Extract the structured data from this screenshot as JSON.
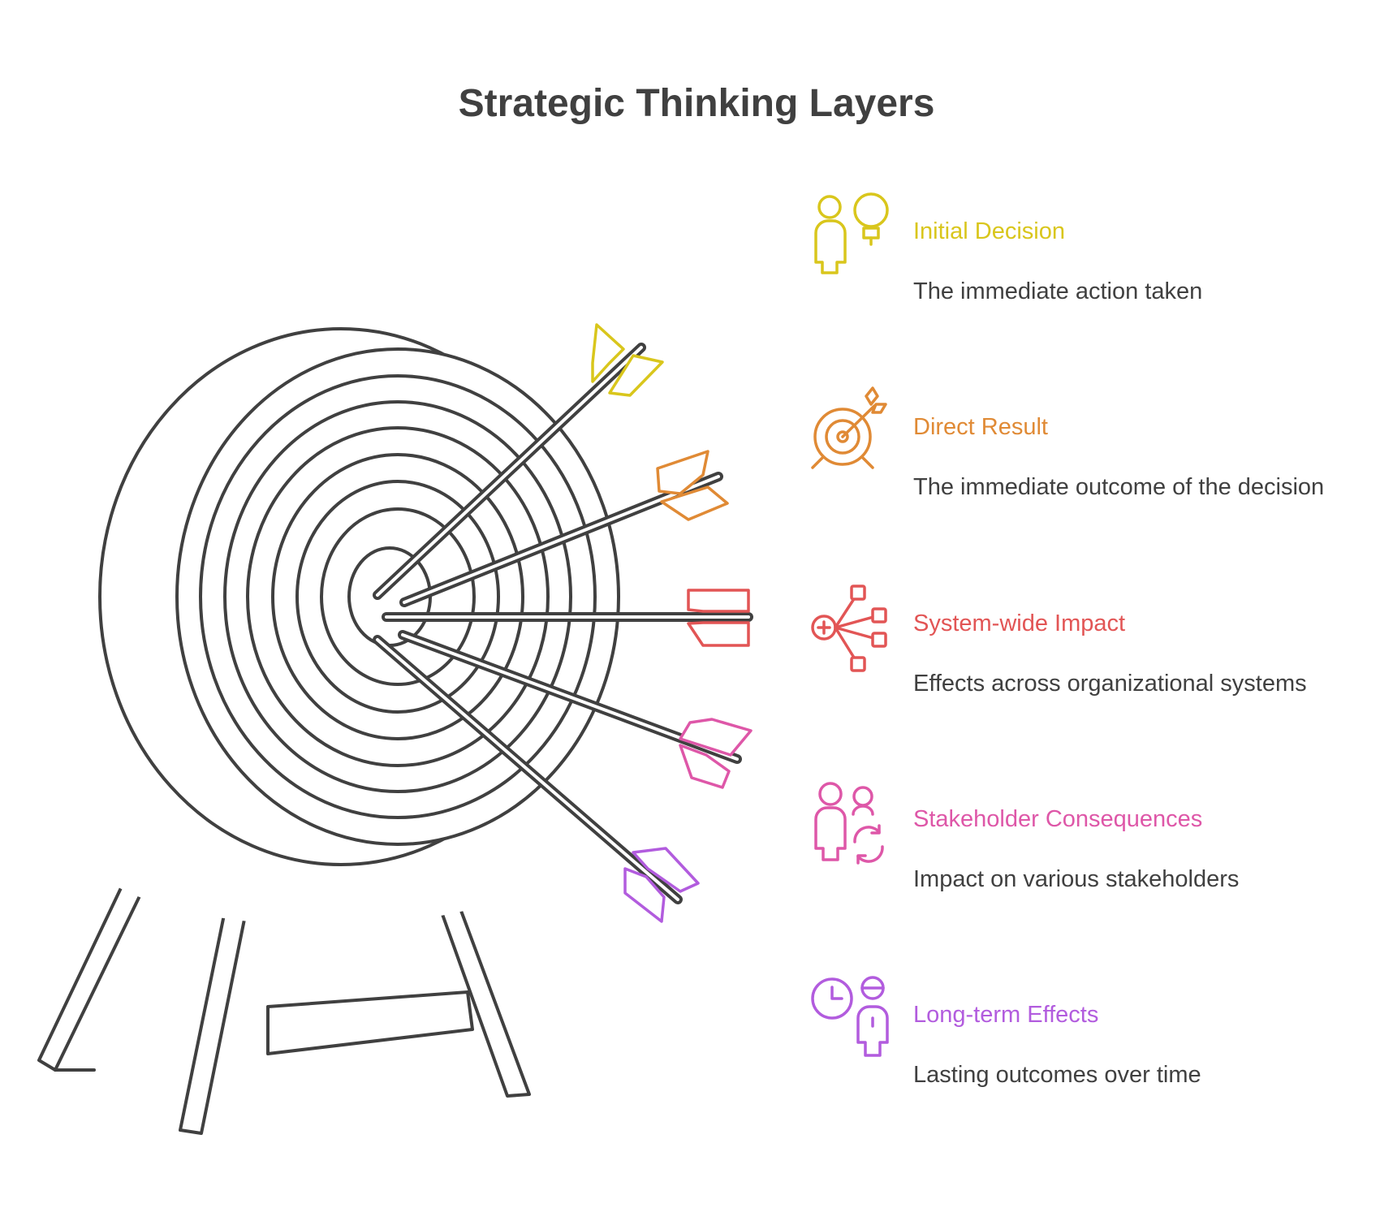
{
  "title": "Strategic Thinking Layers",
  "colors": {
    "stroke": "#404040",
    "yellow": "#D9C61C",
    "orange": "#E08A35",
    "red": "#E25555",
    "pink": "#DE57A8",
    "purple": "#B25CDE"
  },
  "layers": [
    {
      "label": "Initial Decision",
      "description": "The immediate action taken",
      "color": "#D9C61C",
      "icon": "person-idea-icon"
    },
    {
      "label": "Direct Result",
      "description": "The immediate outcome of the decision",
      "color": "#E08A35",
      "icon": "target-arrow-icon"
    },
    {
      "label": "System-wide Impact",
      "description": "Effects across organizational systems",
      "color": "#E25555",
      "icon": "network-icon"
    },
    {
      "label": "Stakeholder Consequences",
      "description": "Impact on various stakeholders",
      "color": "#DE57A8",
      "icon": "people-cycle-icon"
    },
    {
      "label": "Long-term Effects",
      "description": "Lasting outcomes over time",
      "color": "#B25CDE",
      "icon": "clock-person-icon"
    }
  ]
}
